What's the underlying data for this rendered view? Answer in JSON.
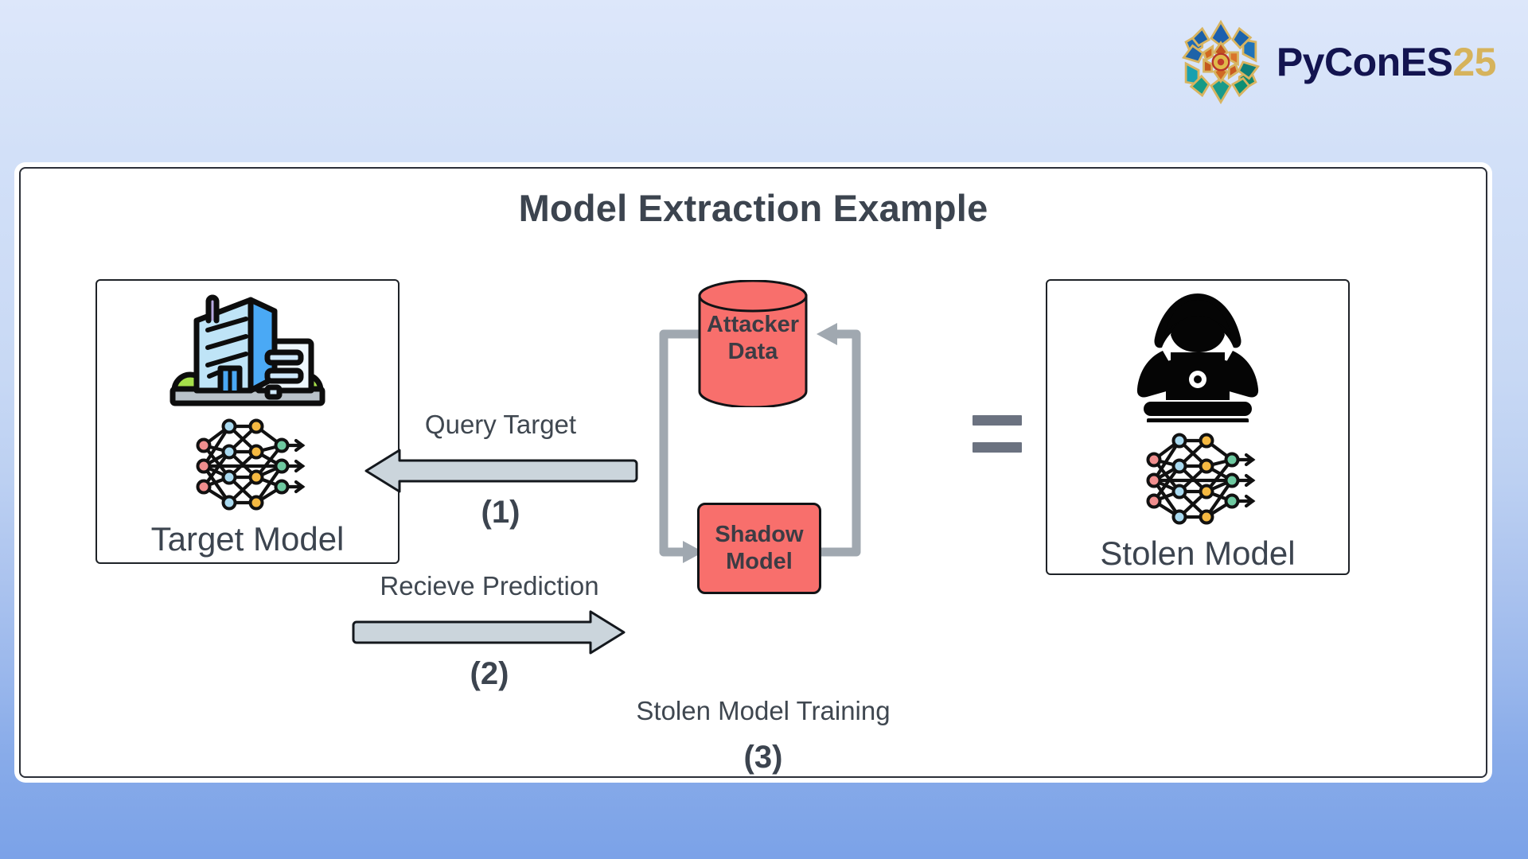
{
  "header": {
    "logo_icon": "pycones-star-logo-icon",
    "brand": "PyConES",
    "year": "25",
    "brand_color": "#131450",
    "year_color": "#d6b35c"
  },
  "diagram": {
    "title": "Model Extraction Example",
    "title_color": "#3c444f",
    "background_color": "#ffffff",
    "accent_red": "#f86f6c",
    "arrow_fill": "#cbd5dc",
    "connector_gray": "#a0a8b0",
    "left_panel": {
      "label": "Target Model",
      "icons": [
        "office-building-icon",
        "neural-network-icon"
      ]
    },
    "right_panel": {
      "label": "Stolen Model",
      "icons": [
        "hacker-laptop-icon",
        "neural-network-icon"
      ]
    },
    "flows": [
      {
        "caption": "Query Target",
        "step": "(1)",
        "direction": "left",
        "icon": "arrow-left-icon"
      },
      {
        "caption": "Recieve Prediction",
        "step": "(2)",
        "direction": "right",
        "icon": "arrow-right-icon"
      }
    ],
    "loop": {
      "database_label_line1": "Attacker",
      "database_label_line2": "Data",
      "model_label_line1": "Shadow",
      "model_label_line2": "Model",
      "caption": "Stolen Model Training",
      "step": "(3)"
    },
    "equality": {
      "symbol": "=",
      "color": "#6b7280"
    }
  }
}
